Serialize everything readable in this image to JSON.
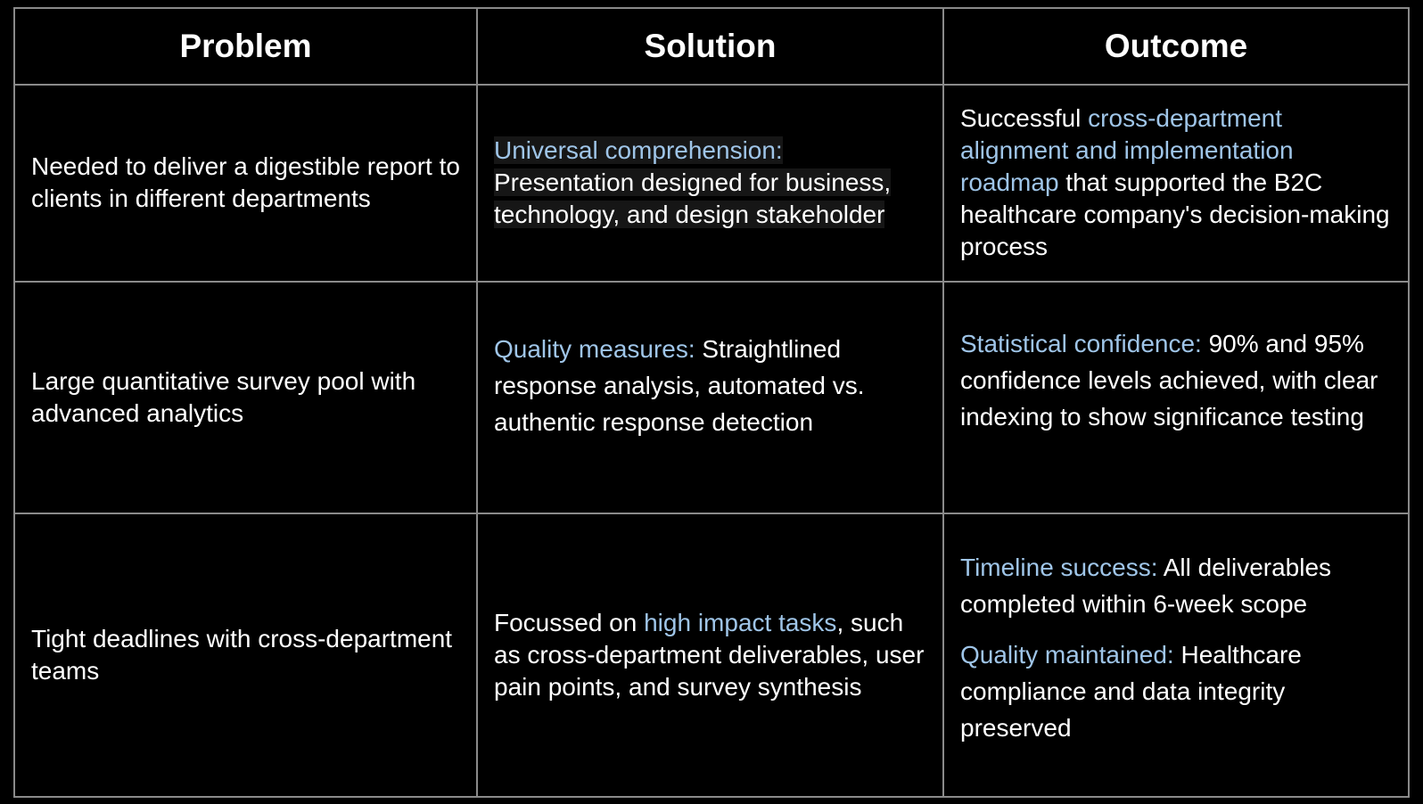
{
  "colors": {
    "background": "#000000",
    "text": "#ffffff",
    "accent": "#9fc5e8",
    "border": "#8a8a8a"
  },
  "headers": [
    "Problem",
    "Solution",
    "Outcome"
  ],
  "rows": [
    {
      "problem": "Needed to deliver a digestible report to clients in different departments",
      "solution": {
        "highlight": "Universal comprehension:",
        "text": "Presentation designed for business, technology, and design stakeholder"
      },
      "outcome": {
        "before": "Successful ",
        "highlight": "cross-department alignment and implementation roadmap",
        "after": " that supported the B2C healthcare company's decision-making process"
      }
    },
    {
      "problem": "Large quantitative survey pool with advanced analytics",
      "solution": {
        "highlight": "Quality measures:",
        "text": " Straightlined response analysis, automated vs. authentic response detection"
      },
      "outcome": {
        "highlight": "Statistical confidence:",
        "text": " 90% and 95% confidence levels achieved, with clear indexing to show significance testing"
      }
    },
    {
      "problem": "Tight deadlines with cross-department teams",
      "solution": {
        "before": "Focussed on ",
        "highlight": "high impact tasks",
        "after": ", such as cross-department deliverables, user pain points, and survey synthesis"
      },
      "outcome": [
        {
          "highlight": "Timeline success:",
          "text": " All deliverables completed within 6-week scope"
        },
        {
          "highlight": "Quality maintained:",
          "text": " Healthcare compliance and data integrity preserved"
        }
      ]
    }
  ]
}
